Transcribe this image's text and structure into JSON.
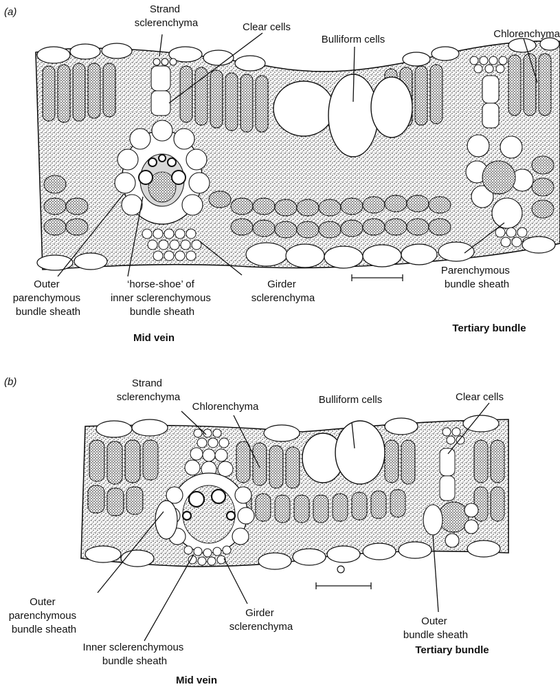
{
  "panels": [
    {
      "id": "a",
      "panel_label": "(a)",
      "labels": {
        "strand_sclerenchyma": [
          "Strand",
          "sclerenchyma"
        ],
        "clear_cells": [
          "Clear cells"
        ],
        "bulliform_cells": [
          "Bulliform cells"
        ],
        "chlorenchyma": [
          "Chlorenchyma"
        ],
        "outer_parenchymous_bundle_sheath": [
          "Outer",
          "parenchymous",
          "bundle sheath"
        ],
        "horse_shoe_inner_sheath": [
          "‘horse-shoe’ of",
          "inner sclerenchymous",
          "bundle sheath"
        ],
        "girder_sclerenchyma": [
          "Girder",
          "sclerenchyma"
        ],
        "parenchymous_bundle_sheath": [
          "Parenchymous",
          "bundle sheath"
        ]
      },
      "captions": {
        "left": "Mid vein",
        "right": "Tertiary bundle"
      }
    },
    {
      "id": "b",
      "panel_label": "(b)",
      "labels": {
        "strand_sclerenchyma": [
          "Strand",
          "sclerenchyma"
        ],
        "chlorenchyma": [
          "Chlorenchyma"
        ],
        "bulliform_cells": [
          "Bulliform cells"
        ],
        "clear_cells": [
          "Clear cells"
        ],
        "outer_parenchymous_bundle_sheath": [
          "Outer",
          "parenchymous",
          "bundle sheath"
        ],
        "inner_sclerenchymous_bundle_sheath": [
          "Inner sclerenchymous",
          "bundle sheath"
        ],
        "girder_sclerenchyma": [
          "Girder",
          "sclerenchyma"
        ],
        "outer_bundle_sheath": [
          "Outer",
          "bundle sheath"
        ]
      },
      "captions": {
        "left": "Mid vein",
        "right": "Tertiary bundle"
      }
    }
  ],
  "colors": {
    "ink": "#111111",
    "stipple_cell": "#5a5a5a",
    "clear_cell": "#ffffff"
  }
}
